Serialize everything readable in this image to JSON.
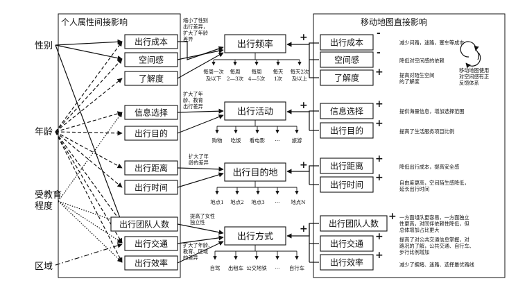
{
  "titles": {
    "left": "个人属性间接影响",
    "right": "移动地图直接影响"
  },
  "attributes": [
    "性别",
    "年龄",
    "受教育",
    "程度",
    "区域"
  ],
  "left_boxes": [
    "出行成本",
    "空间感",
    "了解度",
    "信息选择",
    "出行目的",
    "出行距离",
    "出行时间",
    "出行团队人数",
    "出行交通",
    "出行效率"
  ],
  "right_boxes": [
    "出行成本",
    "空间感",
    "了解度",
    "信息选择",
    "出行目的",
    "出行距离",
    "出行时间",
    "出行团队人数",
    "出行交通",
    "出行效率"
  ],
  "outcomes": [
    "出行频率",
    "出行活动",
    "出行目的地",
    "出行方式"
  ],
  "signs": {
    "plus": "+",
    "minus": "-"
  },
  "notes": {
    "n1": [
      "缩小了性别",
      "出行差异，",
      "扩大了年龄",
      "差异"
    ],
    "n2": [
      "扩大了年",
      "龄、教育",
      "出行差异"
    ],
    "n3": [
      "扩大了年",
      "龄的差异"
    ],
    "n4": [
      "提高了女性",
      "独立性"
    ],
    "n5": [
      "扩大了年龄、",
      "教育、区域",
      "的差异"
    ]
  },
  "frequency": [
    [
      "每周一次",
      "及以下"
    ],
    [
      "每周",
      "2—3次"
    ],
    [
      "每周",
      "4—5次"
    ],
    [
      "每天",
      "1次"
    ],
    [
      "每天2次",
      "及以上"
    ]
  ],
  "activities": [
    "购物",
    "吃饭",
    "看电影",
    "···",
    "旅游"
  ],
  "destinations": [
    "地点1",
    "地点2",
    "地点3",
    "···",
    "地点N"
  ],
  "transport": [
    "自驾",
    "出租车",
    "公交地铁",
    "···",
    "自行车"
  ],
  "descriptions": {
    "cost": "减少问路，迷路，塞车等成本",
    "space": "降低对空间感的依赖",
    "familiar": [
      "提高对陌生空间",
      "的了解度"
    ],
    "feedback": [
      "移动地图使用",
      "对空间感有正",
      "反馈体系"
    ],
    "info": "提供海量信息，增加选择范围",
    "purpose": "提高了生活服务项目比例",
    "distance": "降低出行成本，提高安全感",
    "time": [
      "自由度更高，空间陌生感降低，",
      "延长出行时间"
    ],
    "team": [
      "一方面组队更容易，一方面独立",
      "性更高，对同伴依赖性降低，但",
      "总体增加占比更大"
    ],
    "traffic": [
      "提高了对公共交通信息掌握，对",
      "路况的了解，公共交通、自行车、",
      "步行比例增加"
    ],
    "efficiency": "减少了拥堵、迷路、选择最优路线"
  }
}
